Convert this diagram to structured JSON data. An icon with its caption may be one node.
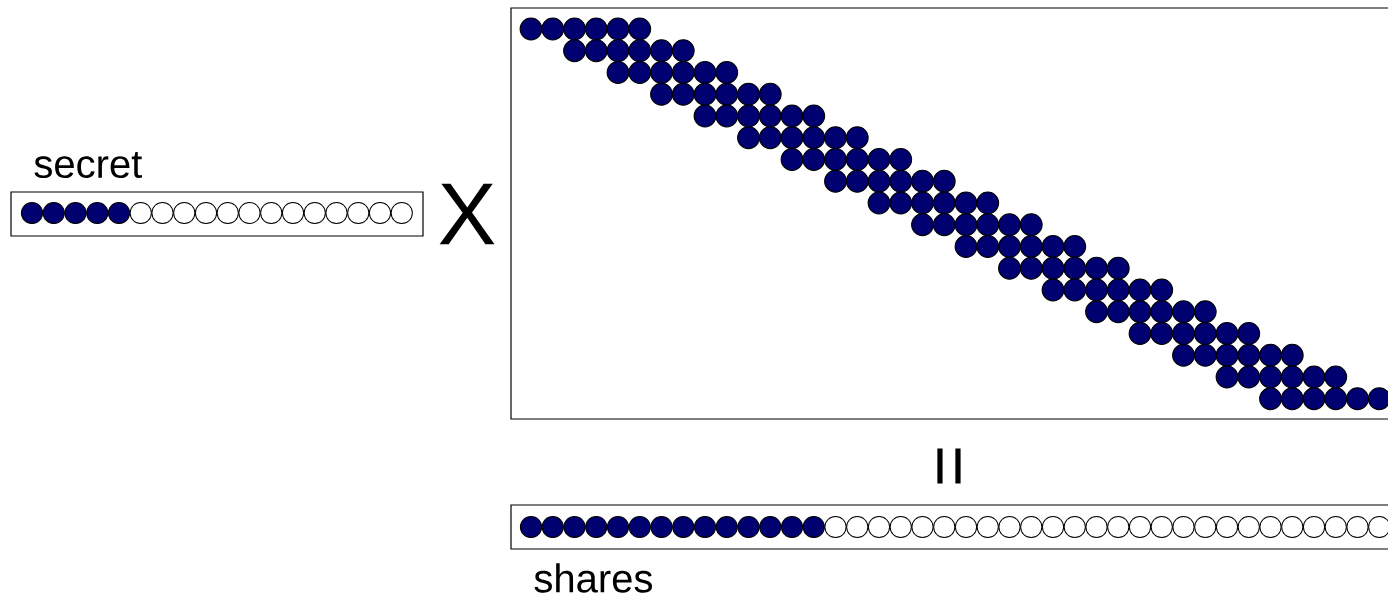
{
  "diagram": {
    "labels": [
      "secret",
      "X",
      "=",
      "shares"
    ]
  }
}
